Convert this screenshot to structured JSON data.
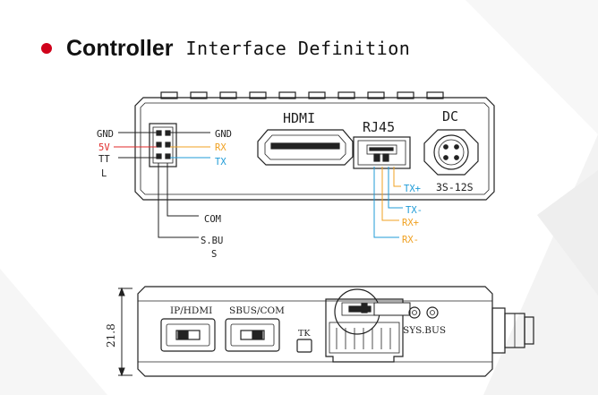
{
  "title": {
    "main": "Controller",
    "sub": "Interface Definition"
  },
  "colors": {
    "bullet": "#d0021b",
    "red": "#e02a2a",
    "orange": "#f0a020",
    "blue": "#1f9bd7",
    "line": "#222222"
  },
  "front_view": {
    "port_labels": {
      "hdmi": "HDMI",
      "rj45": "RJ45",
      "dc": "DC",
      "dc_spec": "3S-12S"
    },
    "left_pins": {
      "gnd_left": "GND",
      "v5": "5V",
      "ttl_line1": "TT",
      "ttl_line2": "L",
      "gnd_right": "GND",
      "rx": "RX",
      "tx": "TX",
      "com": "COM",
      "sbus_line1": "S.BU",
      "sbus_line2": "S"
    },
    "rj45_pins": {
      "tx_plus": "TX+",
      "tx_minus": "TX-",
      "rx_plus": "RX+",
      "rx_minus": "RX-"
    }
  },
  "side_view": {
    "dimension": "21.8",
    "switch_ip_hdmi": "IP/HDMI",
    "switch_sbus_com": "SBUS/COM",
    "tk": "TK",
    "sys_bus": "SYS.BUS"
  }
}
